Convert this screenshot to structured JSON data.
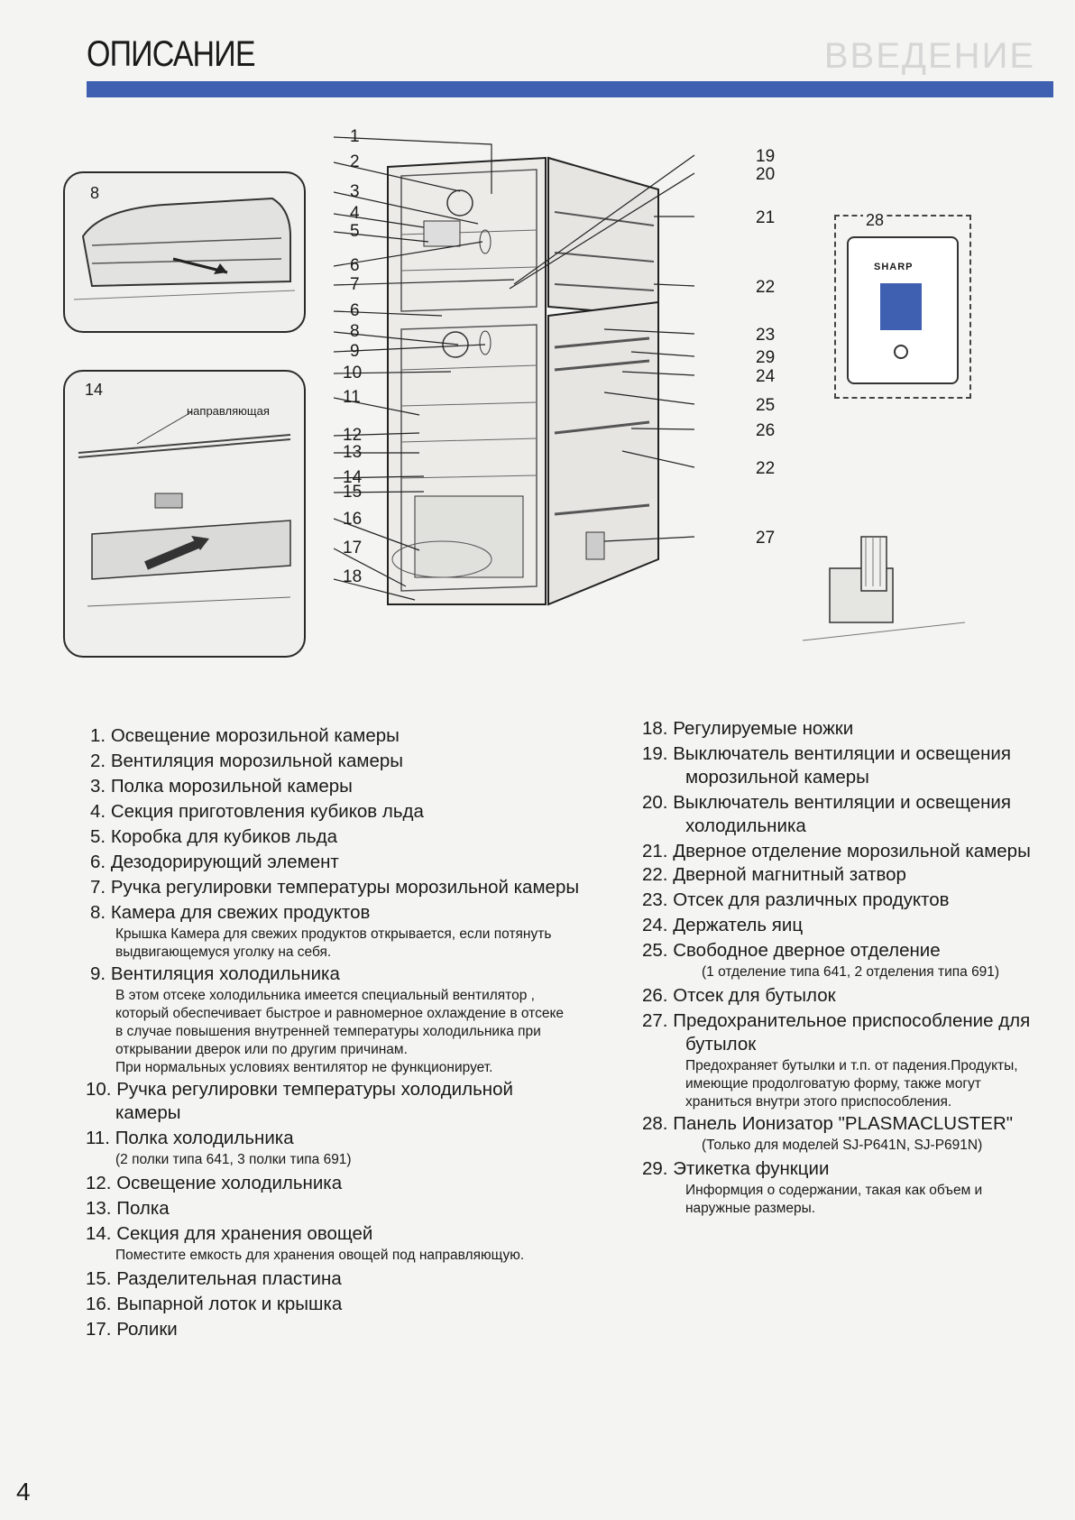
{
  "page": {
    "title": "ОПИСАНИЕ",
    "ghost_title": "ВВЕДЕНИЕ",
    "page_number": "4"
  },
  "insets": {
    "fresh_box_number": "8",
    "vegetable_number": "14",
    "vegetable_label": "направляющая",
    "ionizer_number": "28",
    "ionizer_brand": "SHARP"
  },
  "callouts_left": [
    "1",
    "2",
    "3",
    "4",
    "5",
    "6",
    "7",
    "6",
    "8",
    "9",
    "10",
    "11",
    "12",
    "13",
    "14",
    "15",
    "16",
    "17",
    "18"
  ],
  "callouts_right": [
    "19",
    "20",
    "21",
    "22",
    "23",
    "29",
    "24",
    "25",
    "26",
    "22",
    "27"
  ],
  "legend_left": [
    {
      "num": "1.",
      "text": "Освещение морозильной камеры"
    },
    {
      "num": "2.",
      "text": "Вентиляция морозильной камеры"
    },
    {
      "num": "3.",
      "text": "Полка морозильной камеры"
    },
    {
      "num": "4.",
      "text": "Секция приготовления кубиков льда"
    },
    {
      "num": "5.",
      "text": "Коробка для кубиков льда"
    },
    {
      "num": "6.",
      "text": "Дезодорирующий элемент"
    },
    {
      "num": "7.",
      "text": "Ручка регулировки температуры морозильной камеры"
    },
    {
      "num": "8.",
      "text": "Камера для свежих продуктов"
    },
    {
      "num": "",
      "text": "Крышка Камера для свежих продуктов открывается, если потянуть"
    },
    {
      "num": "",
      "text": "выдвигающемуся уголку на себя."
    },
    {
      "num": "9.",
      "text": "Вентиляция холодильника"
    },
    {
      "num": "",
      "text": "В этом отсеке холодильника имеется специальный вентилятор ,"
    },
    {
      "num": "",
      "text": "который обеспечивает быстрое и равномерное охлаждение в отсеке"
    },
    {
      "num": "",
      "text": "в случае повышения внутренней температуры холодильника при"
    },
    {
      "num": "",
      "text": "открывании дверок или по другим причинам."
    },
    {
      "num": "",
      "text": "При нормальных условиях вентилятор не функционирует."
    },
    {
      "num": "10.",
      "text": "Ручка регулировки температуры холодильной"
    },
    {
      "num": "",
      "text": "камеры"
    },
    {
      "num": "11.",
      "text": "Полка холодильника"
    },
    {
      "num": "",
      "text": "(2 полки типа 641, 3 полки типа 691)"
    },
    {
      "num": "12.",
      "text": "Освещение холодильника"
    },
    {
      "num": "13.",
      "text": "Полка"
    },
    {
      "num": "14.",
      "text": "Секция для хранения овощей"
    },
    {
      "num": "",
      "text": "Поместите емкость для хранения овощей под направляющую."
    },
    {
      "num": "15.",
      "text": "Разделительная пластина"
    },
    {
      "num": "16.",
      "text": "Выпарной лоток и крышка"
    },
    {
      "num": "17.",
      "text": "Ролики"
    }
  ],
  "legend_right": [
    {
      "num": "18.",
      "text": "Регулируемые ножки"
    },
    {
      "num": "19.",
      "text": "Выключатель вентиляции и освещения"
    },
    {
      "num": "",
      "text": "морозильной камеры"
    },
    {
      "num": "20.",
      "text": "Выключатель вентиляции и освещения"
    },
    {
      "num": "",
      "text": "холодильника"
    },
    {
      "num": "21.",
      "text": "Дверное отделение морозильной камеры"
    },
    {
      "num": "22.",
      "text": "Дверной магнитный затвор"
    },
    {
      "num": "23.",
      "text": "Отсек для различных продуктов"
    },
    {
      "num": "24.",
      "text": "Держатель яиц"
    },
    {
      "num": "25.",
      "text": "Свободное дверное отделение"
    },
    {
      "num": "",
      "text": "(1 отделение типа 641, 2 отделения типа 691)"
    },
    {
      "num": "26.",
      "text": "Отсек для бутылок"
    },
    {
      "num": "27.",
      "text": "Предохранительное приспособление для"
    },
    {
      "num": "",
      "text": "бутылок"
    },
    {
      "num": "",
      "text": "Предохраняет бутылки и т.п. от падения.Продукты,"
    },
    {
      "num": "",
      "text": "имеющие продолговатую форму, также могут"
    },
    {
      "num": "",
      "text": "храниться внутри этого приспособления."
    },
    {
      "num": "28.",
      "text": "Панель Ионизатор \"PLASMACLUSTER\""
    },
    {
      "num": "",
      "text": "(Только для моделей SJ-P641N, SJ-P691N)"
    },
    {
      "num": "29.",
      "text": "Этикетка функции"
    },
    {
      "num": "",
      "text": "Информция о содержании, такая как объем и"
    },
    {
      "num": "",
      "text": "наружные размеры."
    }
  ],
  "colors": {
    "header_bar": "#3f5fb0",
    "text": "#1a1a1a",
    "paper": "#f4f4f2"
  }
}
